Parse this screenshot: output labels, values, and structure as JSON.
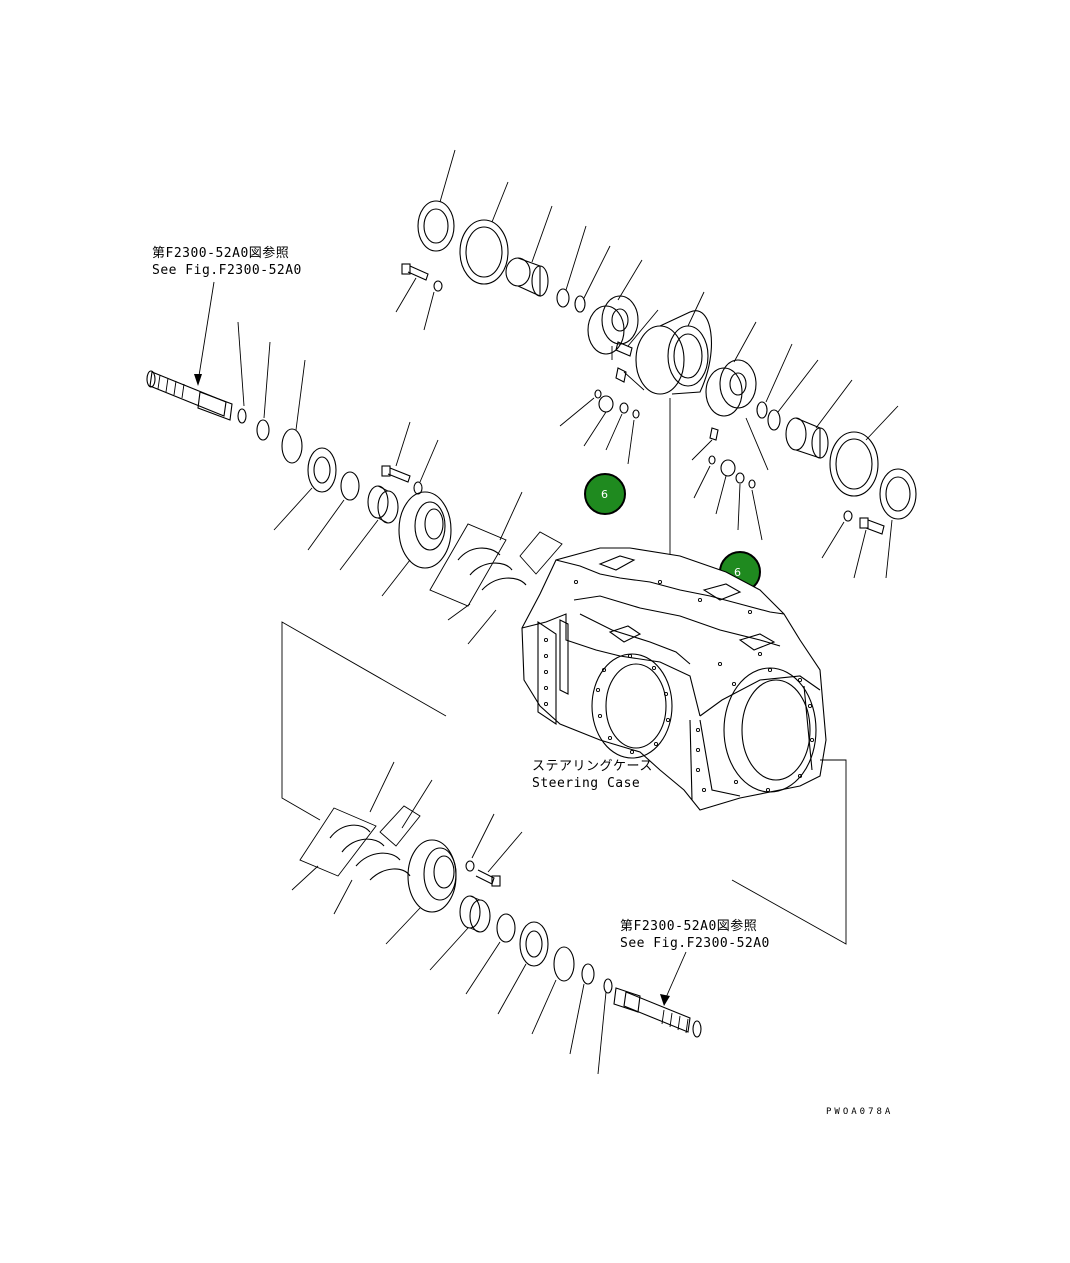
{
  "figure_code": "PWOA078A",
  "references": {
    "top_left": {
      "jp": "第F2300-52A0図参照",
      "en": "See Fig.F2300-52A0"
    },
    "bottom_right": {
      "jp": "第F2300-52A0図参照",
      "en": "See Fig.F2300-52A0"
    }
  },
  "main_part": {
    "jp": "ステアリングケース",
    "en": "Steering Case"
  },
  "callouts": [
    {
      "label": "6"
    },
    {
      "label": "6"
    }
  ],
  "colors": {
    "callout_fill": "#1f8a1f",
    "callout_ring": "#000000",
    "line": "#000000",
    "background": "#ffffff"
  }
}
